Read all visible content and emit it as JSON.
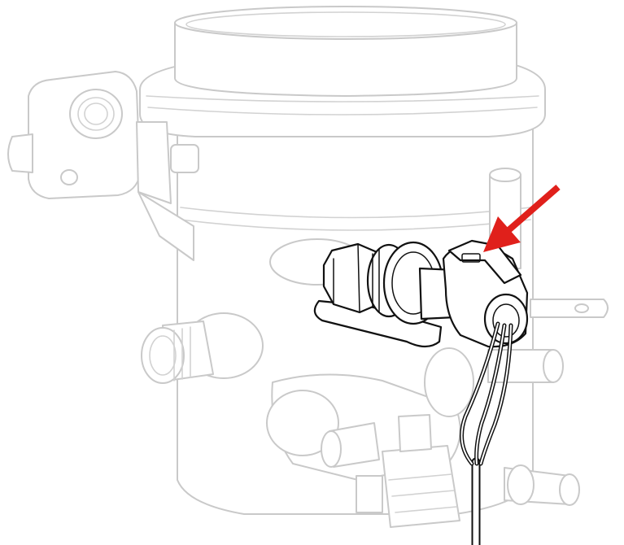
{
  "diagram": {
    "background": "#ffffff",
    "ghost_stroke_color": "#c9c9c9",
    "highlight_stroke_color": "#111111",
    "arrow_color": "#e0201b",
    "components": [
      {
        "name": "fuel-filter-housing",
        "style": "faded"
      },
      {
        "name": "fuel-pressure-sensor",
        "style": "highlighted"
      },
      {
        "name": "sensor-wiring-harness",
        "style": "highlighted"
      },
      {
        "name": "pointer-arrow",
        "style": "accent",
        "points_to": "fuel-pressure-sensor"
      }
    ]
  }
}
